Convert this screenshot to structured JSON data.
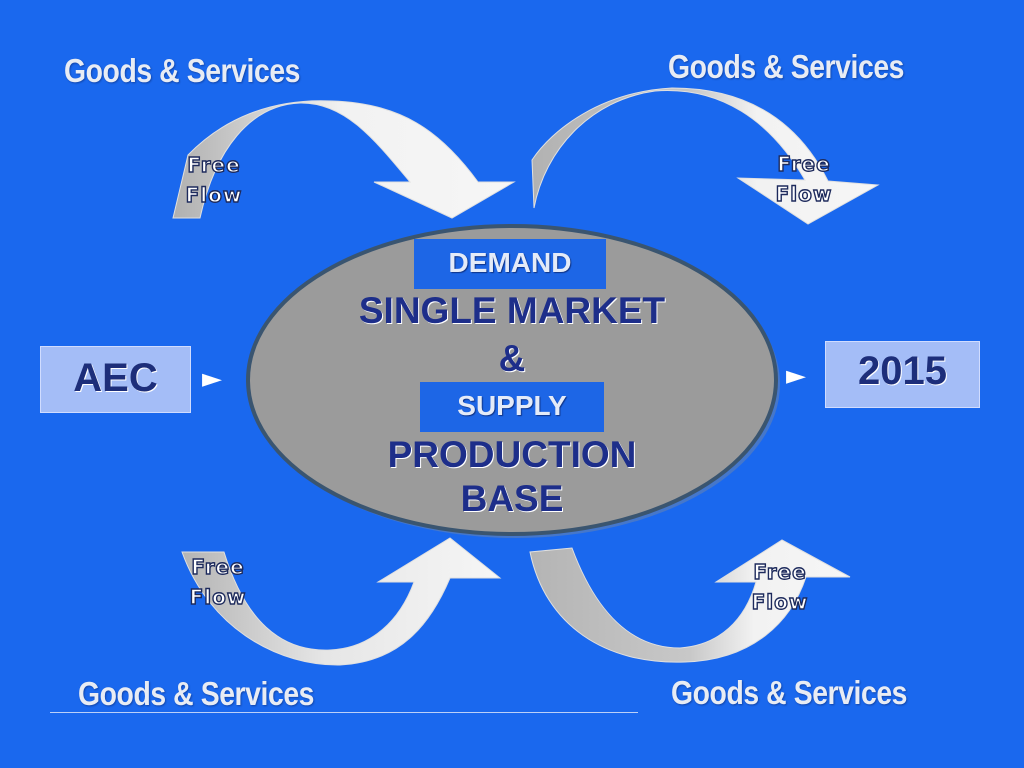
{
  "flows": [
    {
      "id": "top-left",
      "label": "Goods & Services",
      "free_1": "Free",
      "free_2": "Flow"
    },
    {
      "id": "top-right",
      "label": "Goods & Services",
      "free_1": "Free",
      "free_2": "Flow"
    },
    {
      "id": "bottom-left",
      "label": "Goods & Services",
      "free_1": "Free",
      "free_2": "Flow"
    },
    {
      "id": "bottom-right",
      "label": "Goods & Services",
      "free_1": "Free",
      "free_2": "Flow"
    }
  ],
  "left_box": {
    "label": "AEC"
  },
  "right_box": {
    "label": "2015"
  },
  "arrow_glyph": "►",
  "center": {
    "demand_tag": "DEMAND",
    "line1": "SINGLE MARKET",
    "ampersand": "&",
    "supply_tag": "SUPPLY",
    "line2": "PRODUCTION",
    "line3": "BASE"
  },
  "colors": {
    "background": "#1a68ee",
    "ellipse_fill": "#9b9b9b",
    "ellipse_stroke": "#3a5570",
    "arrow_light": "#f0f0f0",
    "arrow_shade": "#b4b4b4",
    "text_dark": "#1d2e8a",
    "box_fill": "#a4bdf7"
  }
}
